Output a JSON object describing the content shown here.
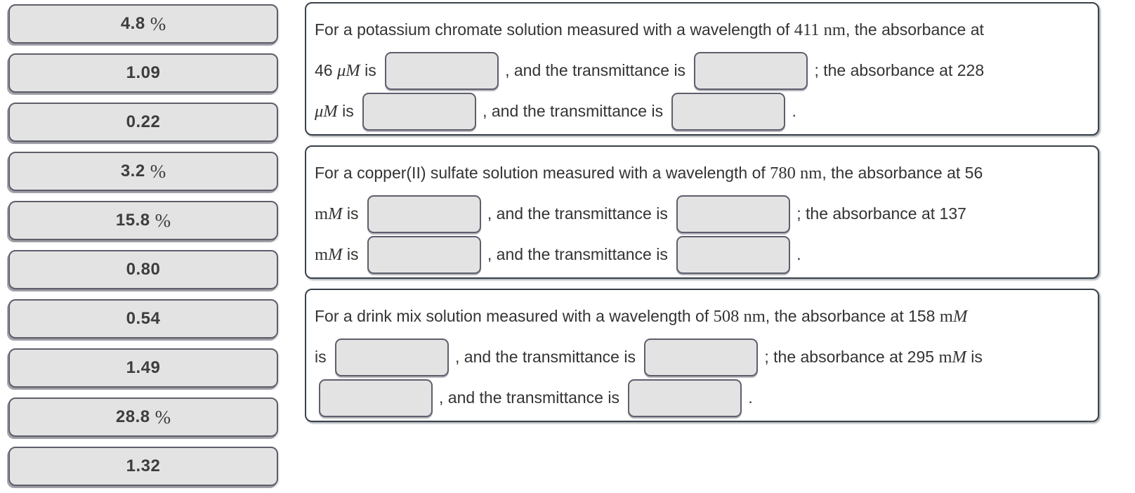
{
  "colors": {
    "tile_fill": "#e3e3e3",
    "tile_border": "#5e5e6c",
    "box_border": "#39424b",
    "text": "#333333"
  },
  "answer_bank": {
    "tiles": [
      {
        "value": "4.8",
        "unit": "%"
      },
      {
        "value": "1.09",
        "unit": ""
      },
      {
        "value": "0.22",
        "unit": ""
      },
      {
        "value": "3.2",
        "unit": "%"
      },
      {
        "value": "15.8",
        "unit": "%"
      },
      {
        "value": "0.80",
        "unit": ""
      },
      {
        "value": "0.54",
        "unit": ""
      },
      {
        "value": "1.49",
        "unit": ""
      },
      {
        "value": "28.8",
        "unit": "%"
      },
      {
        "value": "1.32",
        "unit": ""
      }
    ]
  },
  "questions": [
    {
      "id": "potassium-chromate",
      "lines": [
        [
          {
            "t": "txt",
            "v": "For a potassium chromate solution measured with a wavelength of "
          },
          {
            "t": "math",
            "v": "411 nm"
          },
          {
            "t": "txt",
            "v": ", the absorbance at"
          }
        ],
        [
          {
            "t": "txt",
            "v": "46 "
          },
          {
            "t": "mathit",
            "v": "μM"
          },
          {
            "t": "txt",
            "v": " is "
          },
          {
            "t": "slot",
            "name": "slot-chromate-absorbance-46uM"
          },
          {
            "t": "txt",
            "v": ", and the transmittance is "
          },
          {
            "t": "slot",
            "name": "slot-chromate-transmittance-46uM"
          },
          {
            "t": "txt",
            "v": "; the absorbance at 228"
          }
        ],
        [
          {
            "t": "mathit",
            "v": "μM"
          },
          {
            "t": "txt",
            "v": " is "
          },
          {
            "t": "slot",
            "name": "slot-chromate-absorbance-228uM"
          },
          {
            "t": "txt",
            "v": ", and the transmittance is "
          },
          {
            "t": "slot",
            "name": "slot-chromate-transmittance-228uM"
          },
          {
            "t": "txt",
            "v": "."
          }
        ]
      ]
    },
    {
      "id": "copper-sulfate",
      "lines": [
        [
          {
            "t": "txt",
            "v": "For a copper(II) sulfate solution measured with a wavelength of "
          },
          {
            "t": "math",
            "v": "780 nm"
          },
          {
            "t": "txt",
            "v": ", the absorbance at 56"
          }
        ],
        [
          {
            "t": "math",
            "v": "m"
          },
          {
            "t": "mathit",
            "v": "M"
          },
          {
            "t": "txt",
            "v": " is "
          },
          {
            "t": "slot",
            "name": "slot-copper-absorbance-56mM"
          },
          {
            "t": "txt",
            "v": ", and the transmittance is "
          },
          {
            "t": "slot",
            "name": "slot-copper-transmittance-56mM"
          },
          {
            "t": "txt",
            "v": "; the absorbance at 137"
          }
        ],
        [
          {
            "t": "math",
            "v": "m"
          },
          {
            "t": "mathit",
            "v": "M"
          },
          {
            "t": "txt",
            "v": " is "
          },
          {
            "t": "slot",
            "name": "slot-copper-absorbance-137mM"
          },
          {
            "t": "txt",
            "v": ", and the transmittance is "
          },
          {
            "t": "slot",
            "name": "slot-copper-transmittance-137mM"
          },
          {
            "t": "txt",
            "v": "."
          }
        ]
      ]
    },
    {
      "id": "drink-mix",
      "lines": [
        [
          {
            "t": "txt",
            "v": "For a drink mix solution measured with a wavelength of "
          },
          {
            "t": "math",
            "v": "508 nm"
          },
          {
            "t": "txt",
            "v": ", the absorbance at 158 "
          },
          {
            "t": "math",
            "v": "m"
          },
          {
            "t": "mathit",
            "v": "M"
          }
        ],
        [
          {
            "t": "txt",
            "v": "is "
          },
          {
            "t": "slot",
            "name": "slot-drinkmix-absorbance-158mM"
          },
          {
            "t": "txt",
            "v": ", and the transmittance is "
          },
          {
            "t": "slot",
            "name": "slot-drinkmix-transmittance-158mM"
          },
          {
            "t": "txt",
            "v": "; the absorbance at 295 "
          },
          {
            "t": "math",
            "v": "m"
          },
          {
            "t": "mathit",
            "v": "M"
          },
          {
            "t": "txt",
            "v": " is"
          }
        ],
        [
          {
            "t": "slot",
            "name": "slot-drinkmix-absorbance-295mM"
          },
          {
            "t": "txt",
            "v": ", and the transmittance is "
          },
          {
            "t": "slot",
            "name": "slot-drinkmix-transmittance-295mM"
          },
          {
            "t": "txt",
            "v": "."
          }
        ]
      ]
    }
  ]
}
